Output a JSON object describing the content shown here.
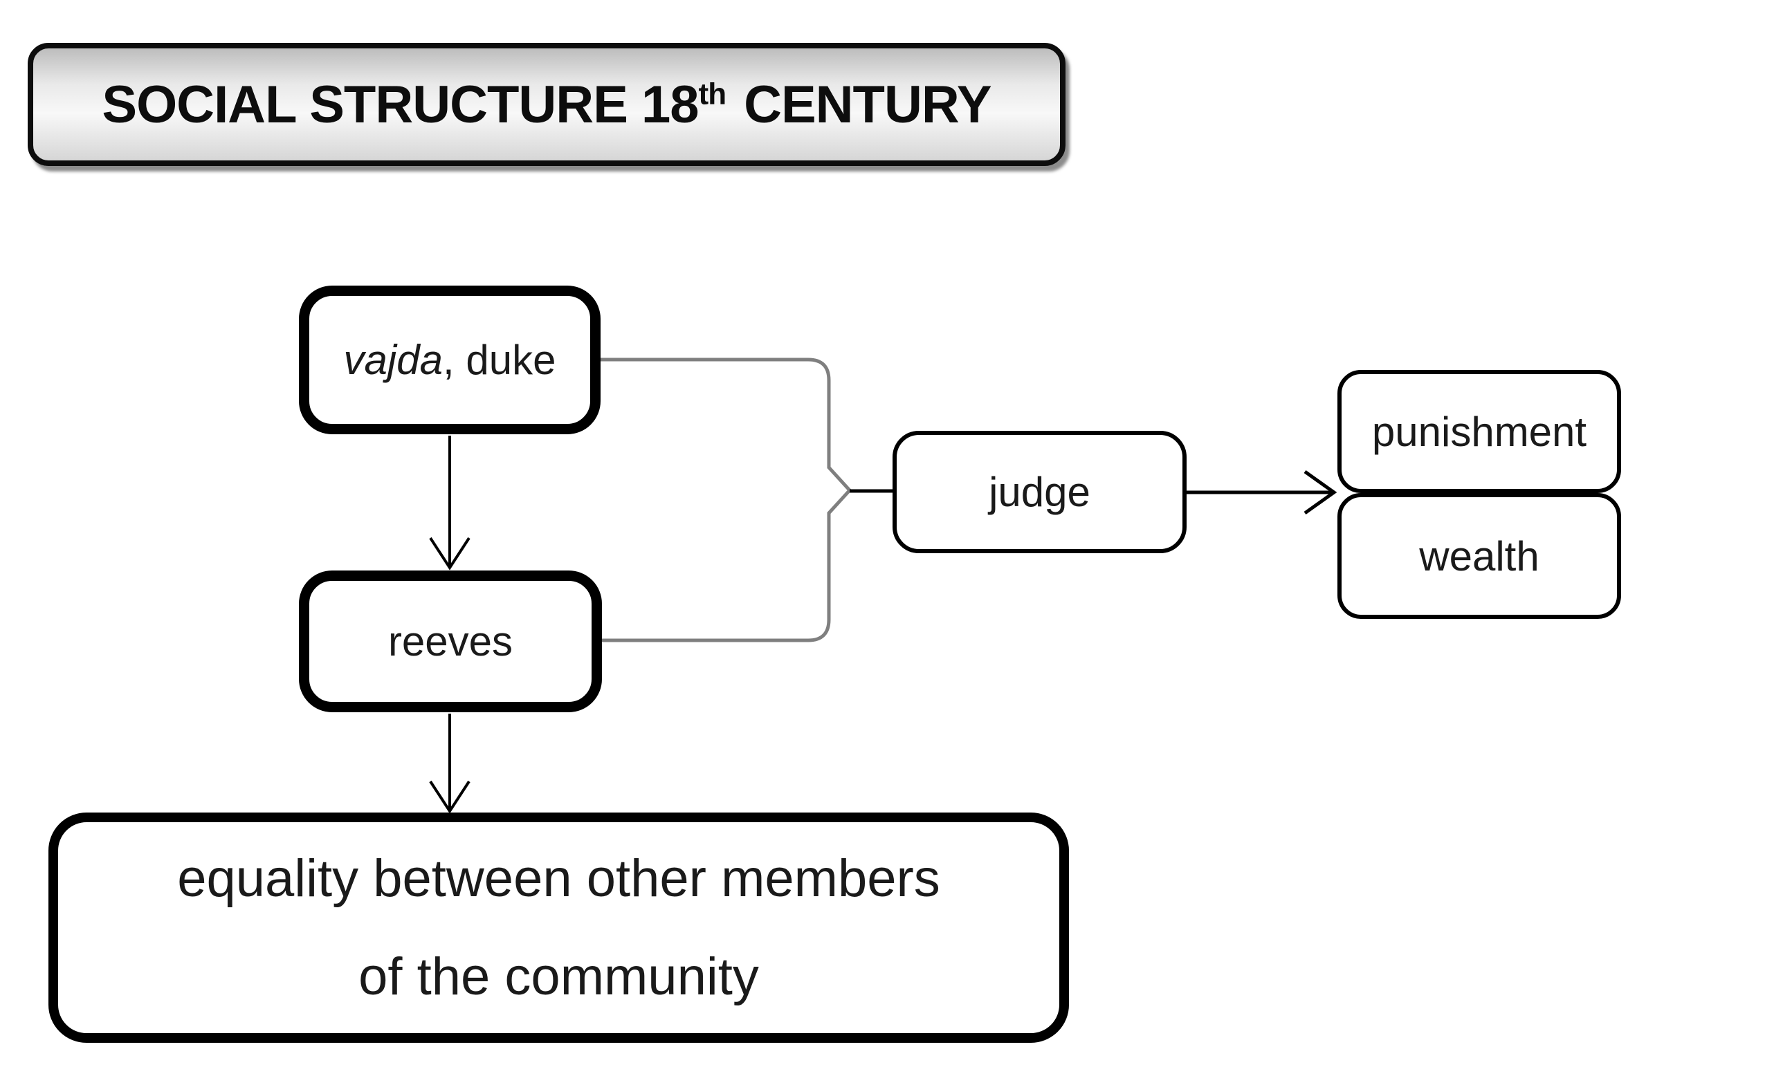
{
  "title": {
    "prefix": "SOCIAL STRUCTURE 18",
    "superscript": "th",
    "suffix": "CENTURY"
  },
  "nodes": {
    "vajda": {
      "italic": "vajda",
      "rest": ", duke"
    },
    "reeves": {
      "label": "reeves"
    },
    "judge": {
      "label": "judge"
    },
    "punishment": {
      "label": "punishment"
    },
    "wealth": {
      "label": "wealth"
    },
    "equality": {
      "line1": "equality between other members",
      "line2": "of the community"
    }
  },
  "connectors": {
    "brace": "groups vajda-duke and reeves into judge",
    "arrow1": "vajda-duke to reeves",
    "arrow2": "reeves to equality",
    "arrow3": "judge to punishment and wealth"
  },
  "colors": {
    "border": "#000000",
    "brace": "#7f7f7f",
    "text": "#1a1a1a",
    "node_fill": "#ffffff",
    "title_fill_top": "#bdbdbd",
    "title_fill_mid": "#f8f8f8",
    "title_fill_bottom": "#d6d6d6"
  }
}
